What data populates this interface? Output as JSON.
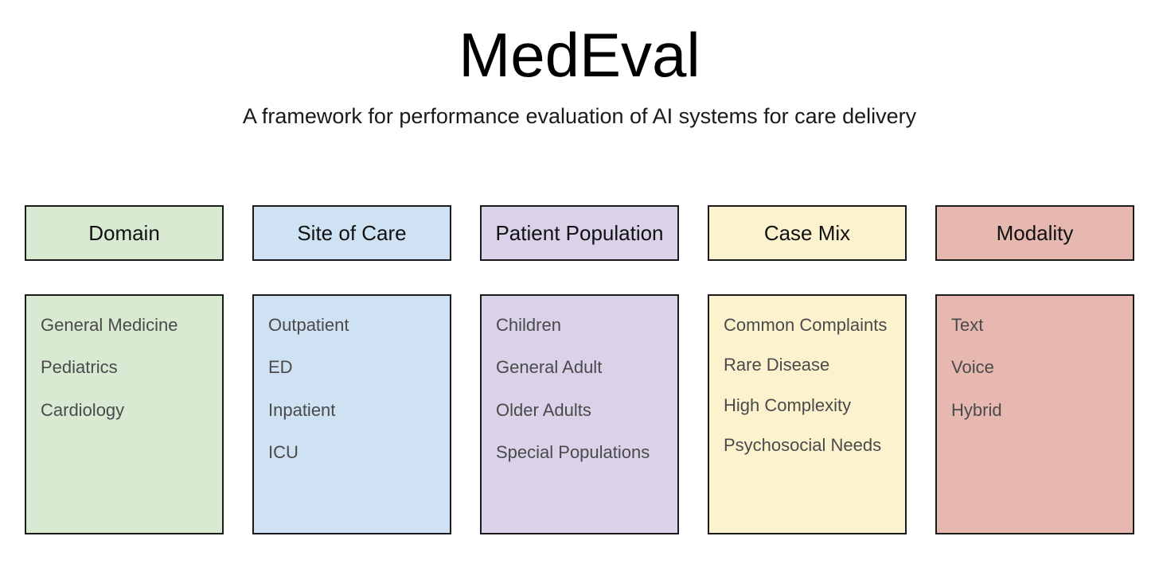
{
  "header": {
    "title": "MedEval",
    "subtitle": "A framework for performance evaluation of AI systems for care delivery"
  },
  "colors": {
    "domain": "#d9ead3",
    "site_of_care": "#cfe2f3",
    "patient_population": "#d9d2e9",
    "case_mix": "#fdf2ce",
    "modality": "#e6b8b0",
    "border": "#1a1a1a",
    "header_text": "#111111",
    "item_text": "#4a4a4a",
    "background": "#ffffff"
  },
  "columns": [
    {
      "key": "domain",
      "header": "Domain",
      "items": [
        "General Medicine",
        "Pediatrics",
        "Cardiology"
      ]
    },
    {
      "key": "site_of_care",
      "header": "Site of Care",
      "items": [
        "Outpatient",
        "ED",
        "Inpatient",
        "ICU"
      ]
    },
    {
      "key": "patient_population",
      "header": "Patient Population",
      "items": [
        "Children",
        "General Adult",
        "Older Adults",
        "Special Populations"
      ]
    },
    {
      "key": "case_mix",
      "header": "Case Mix",
      "items": [
        "Common Complaints",
        "Rare Disease",
        "High Complexity",
        "Psychosocial Needs"
      ]
    },
    {
      "key": "modality",
      "header": "Modality",
      "items": [
        "Text",
        "Voice",
        "Hybrid"
      ]
    }
  ]
}
